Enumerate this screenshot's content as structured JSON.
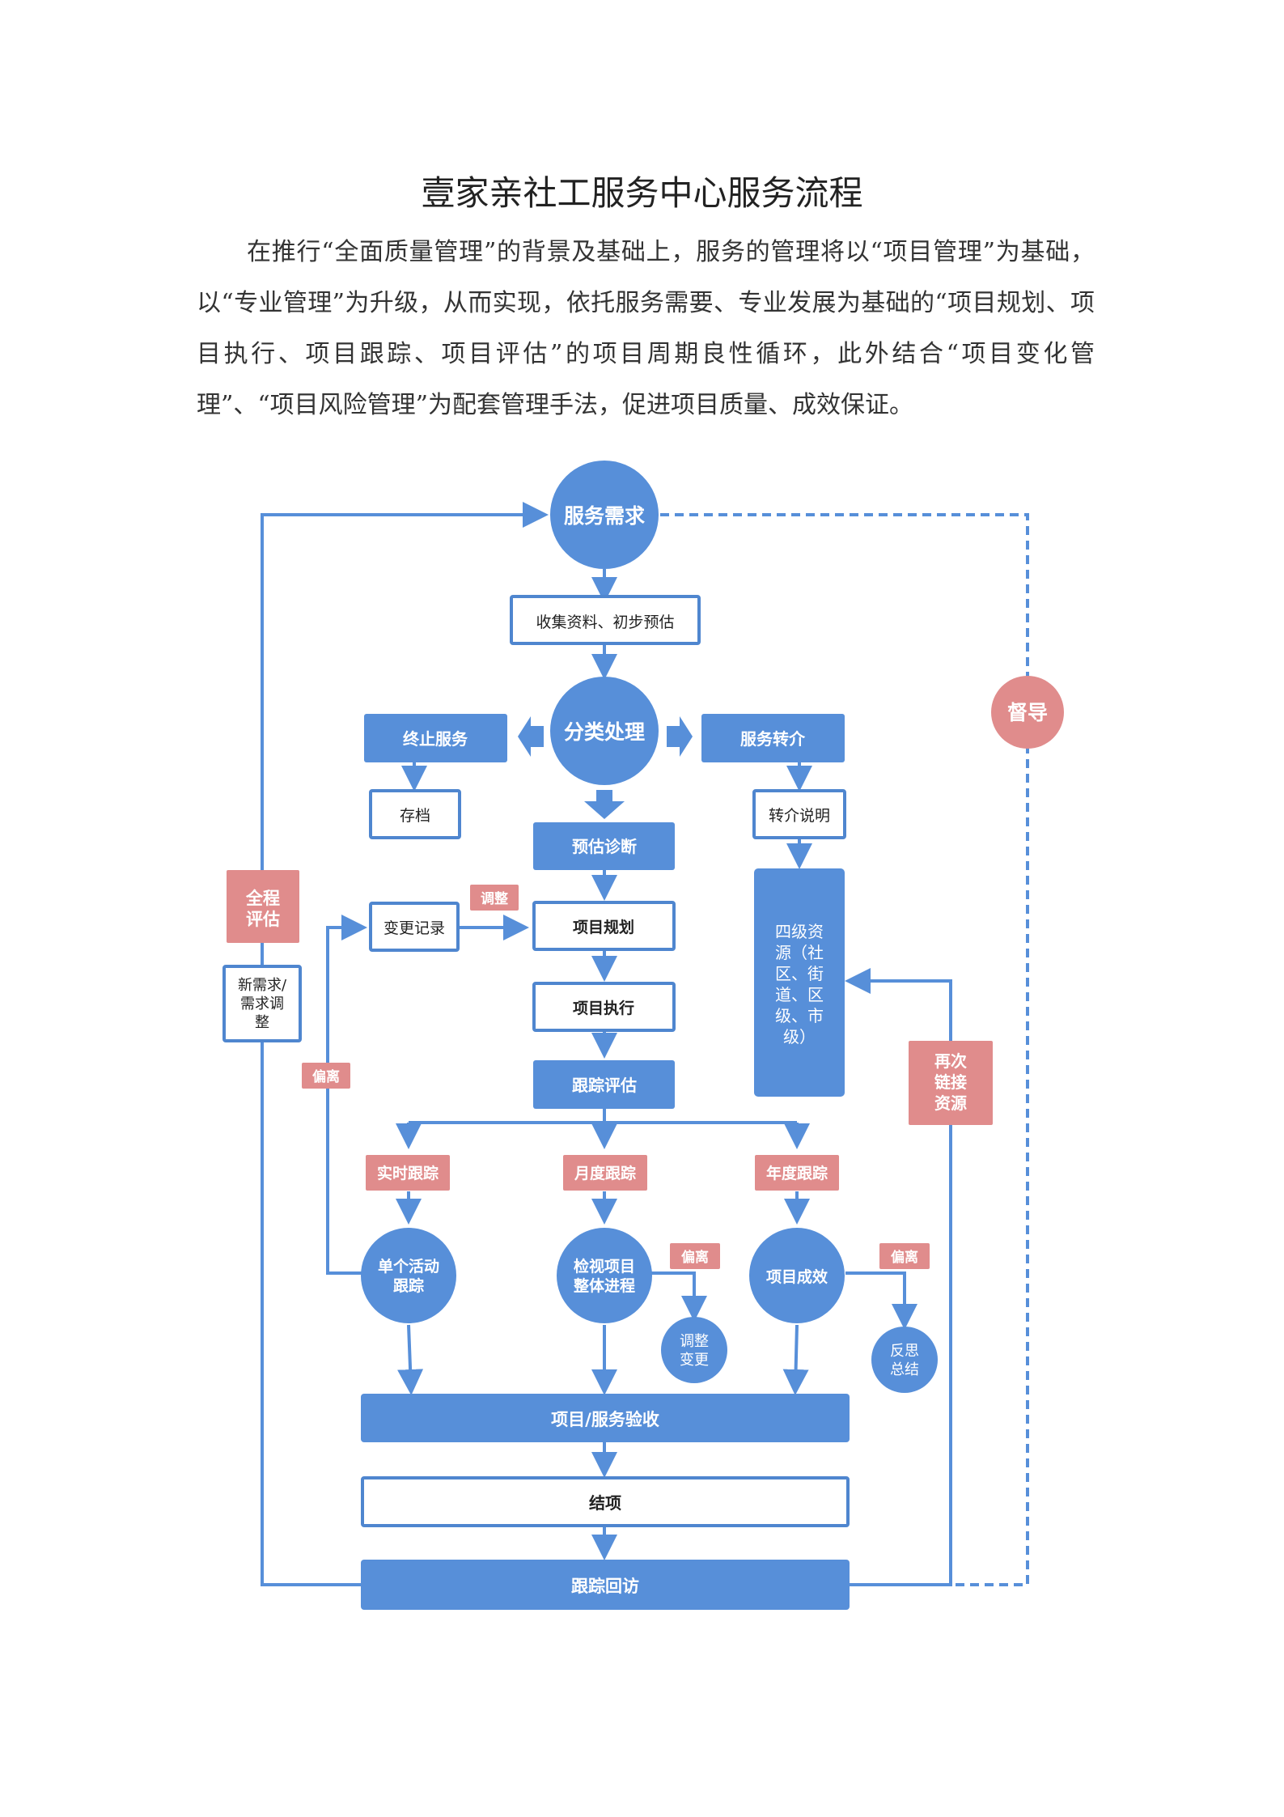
{
  "title": "壹家亲社工服务中心服务流程",
  "intro": "在推行“全面质量管理”的背景及基础上，服务的管理将以“项目管理”为基础，以“专业管理”为升级，从而实现，依托服务需要、专业发展为基础的“项目规划、项目执行、项目跟踪、项目评估”的项目周期良性循环，此外结合“项目变化管理”、“项目风险管理”为配套管理手法，促进项目质量、成效保证。",
  "colors": {
    "blue": "#578fd9",
    "pink": "#e08c8c",
    "outline": "#4f86cf"
  },
  "flow": {
    "service_need": "服务需求",
    "collect": "收集资料、初步预估",
    "classify": "分类处理",
    "terminate": "终止服务",
    "archive": "存档",
    "referral": "服务转介",
    "referral_note": "转介说明",
    "resources": [
      "四级资",
      "源（社",
      "区、街",
      "道、区",
      "级、市",
      "级）"
    ],
    "assess_diag": "预估诊断",
    "change_record": "变更记录",
    "adjust_tag": "调整",
    "planning": "项目规划",
    "execution": "项目执行",
    "tracking_eval": "跟踪评估",
    "full_eval": [
      "全程",
      "评估"
    ],
    "new_need": [
      "新需求/",
      "需求调",
      "整"
    ],
    "deviation_left": "偏离",
    "realtime": "实时跟踪",
    "monthly": "月度跟踪",
    "annual": "年度跟踪",
    "single_activity": [
      "单个活动",
      "跟踪"
    ],
    "inspect": [
      "检视项目",
      "整体进程"
    ],
    "outcome": "项目成效",
    "deviation_mid": "偏离",
    "deviation_right": "偏离",
    "adjust_change": [
      "调整",
      "变更"
    ],
    "reflect": [
      "反思",
      "总结"
    ],
    "relink": [
      "再次",
      "链接",
      "资源"
    ],
    "supervise": "督导",
    "acceptance": "项目/服务验收",
    "close": "结项",
    "followup": "跟踪回访"
  }
}
